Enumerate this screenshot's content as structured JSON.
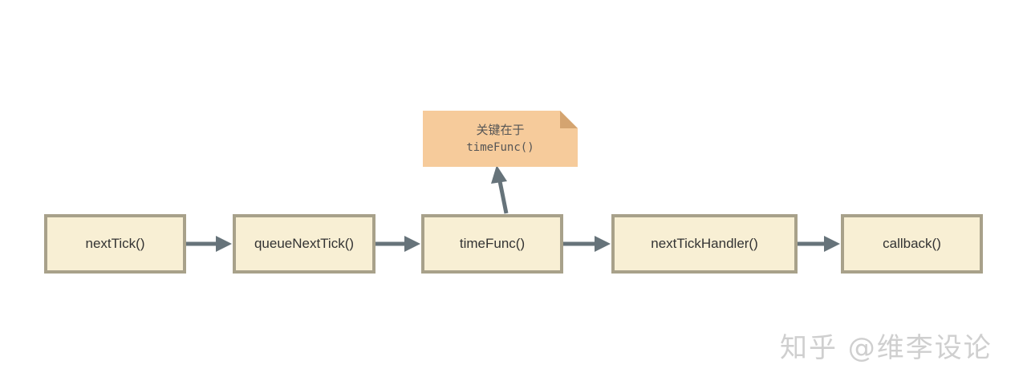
{
  "nodes": [
    {
      "label": "nextTick()"
    },
    {
      "label": "queueNextTick()"
    },
    {
      "label": "timeFunc()"
    },
    {
      "label": "nextTickHandler()"
    },
    {
      "label": "callback()"
    }
  ],
  "note": {
    "line1": "关键在于",
    "line2": "timeFunc()"
  },
  "watermark": "知乎 @维李设论",
  "colors": {
    "node_fill": "#f8efd4",
    "node_border": "#a8a18a",
    "note_fill": "#f6cb9b",
    "note_fold": "#d4a470",
    "arrow": "#66737a"
  }
}
